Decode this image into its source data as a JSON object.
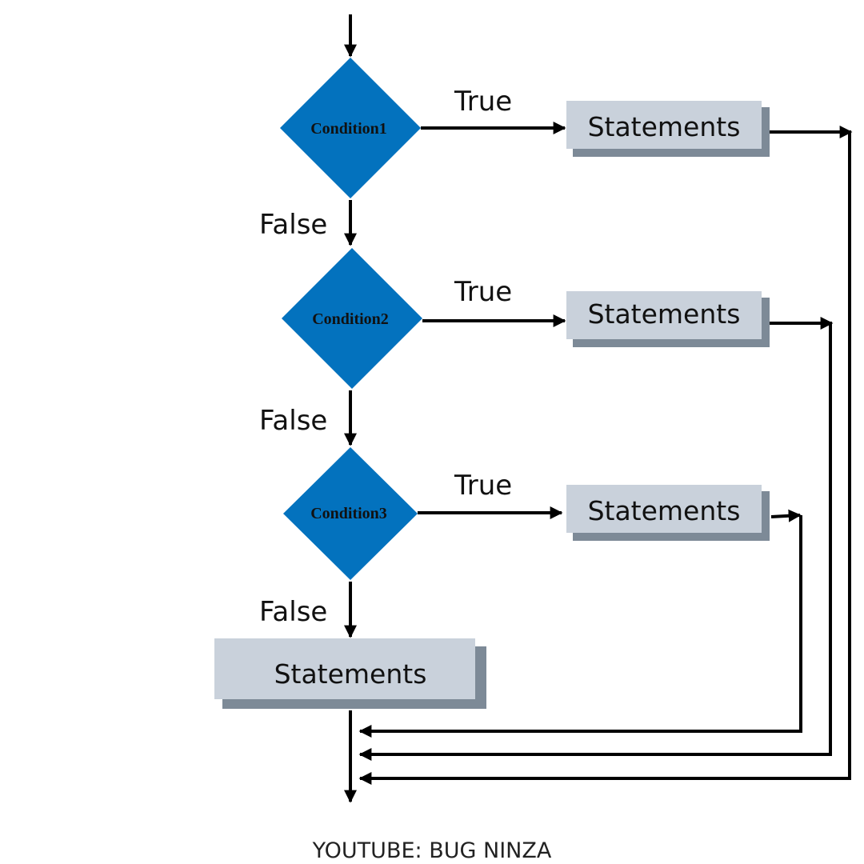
{
  "diagram": {
    "conditions": [
      {
        "label": "Condition1",
        "true_label": "True",
        "false_label": "False",
        "statement": "Statements"
      },
      {
        "label": "Condition2",
        "true_label": "True",
        "false_label": "False",
        "statement": "Statements"
      },
      {
        "label": "Condition3",
        "true_label": "True",
        "false_label": "False",
        "statement": "Statements"
      }
    ],
    "else_statement": "Statements",
    "colors": {
      "diamond": "#0372BE",
      "box": "#C9D1DB",
      "box_shadow": "#7D8A97",
      "line": "#000000"
    }
  },
  "footer": {
    "credit": "YOUTUBE: BUG NINZA"
  }
}
